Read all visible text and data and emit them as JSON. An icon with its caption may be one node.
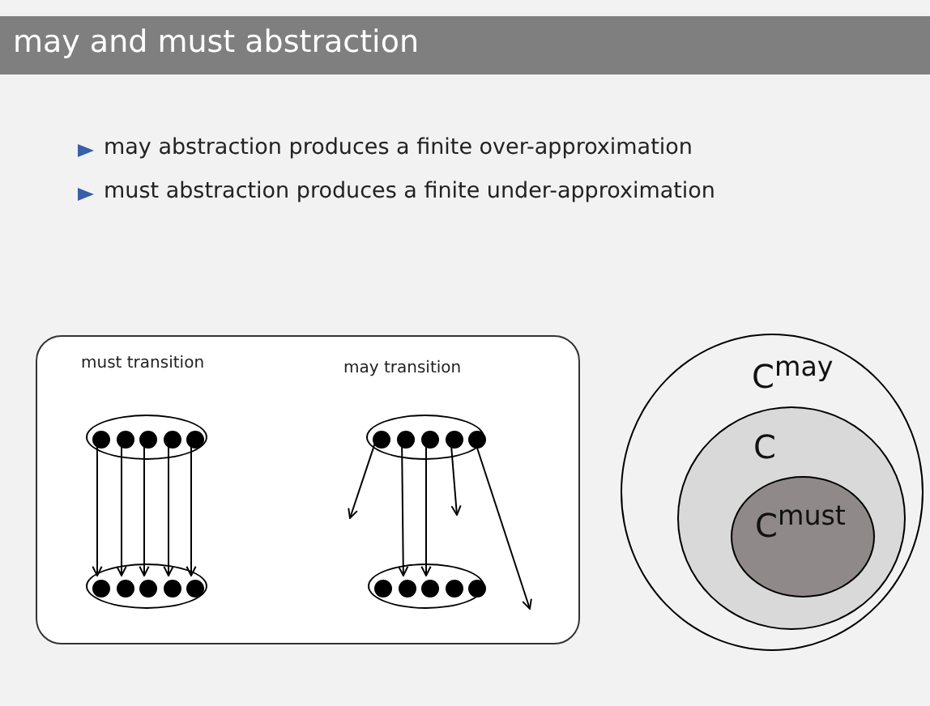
{
  "diagram": {
    "title": "may and must abstraction",
    "nodes": [
      {
        "text": [],
        "shape": "box"
      },
      {
        "text": [],
        "shape": "ellipse",
        "in": 0
      },
      {
        "text": [],
        "shape": "circle",
        "in": 1
      },
      {
        "text": [],
        "shape": "circle",
        "in": 1
      },
      {
        "text": [],
        "shape": "circle",
        "in": 1
      },
      {
        "text": [],
        "shape": "circle",
        "in": 1
      },
      {
        "text": [],
        "shape": "circle",
        "in": 1
      },
      {
        "text": [],
        "shape": "ellipse",
        "in": 0
      },
      {
        "text": [],
        "shape": "circle",
        "in": 7
      },
      {
        "text": [],
        "shape": "circle",
        "in": 7
      },
      {
        "text": [],
        "shape": "circle",
        "in": 7
      },
      {
        "text": [],
        "shape": "circle",
        "in": 7
      },
      {
        "text": [],
        "shape": "circle",
        "in": 7
      },
      {
        "text": [],
        "shape": "ellipse",
        "in": 0
      },
      {
        "text": [],
        "shape": "circle",
        "in": 13
      },
      {
        "text": [],
        "shape": "circle",
        "in": 13
      },
      {
        "text": [],
        "shape": "circle",
        "in": 13
      },
      {
        "text": [],
        "shape": "circle",
        "in": 13
      },
      {
        "text": [],
        "shape": "circle",
        "in": 13
      },
      {
        "text": [],
        "shape": "ellipse",
        "in": 0
      },
      {
        "text": [],
        "shape": "circle",
        "in": 19
      },
      {
        "text": [],
        "shape": "circle",
        "in": 19
      },
      {
        "text": [],
        "shape": "circle",
        "in": 19
      },
      {
        "text": [],
        "shape": "circle",
        "in": 19
      },
      {
        "text": [],
        "shape": "circle",
        "in": 19
      },
      {
        "text": [
          "C$^{may}$"
        ]
      },
      {
        "text": [
          "C"
        ],
        "in": 25
      },
      {
        "text": [
          "C$^{must}$"
        ],
        "in": 26
      }
    ],
    "edges": [
      {
        "from": 2,
        "to": 8,
        "arrow": "to"
      },
      {
        "from": 3,
        "to": 9,
        "arrow": "to"
      },
      {
        "from": 4,
        "to": 10,
        "arrow": "to"
      },
      {
        "from": 5,
        "to": 11,
        "arrow": "to"
      },
      {
        "from": 6,
        "to": 12,
        "arrow": "to"
      },
      {
        "from": 14,
        "to": null,
        "arrow": "to"
      },
      {
        "from": 15,
        "to": 21,
        "arrow": "to"
      },
      {
        "from": 16,
        "to": 22,
        "arrow": "to"
      },
      {
        "from": 17,
        "to": null,
        "arrow": "to"
      },
      {
        "from": 18,
        "to": null,
        "arrow": "to"
      }
    ],
    "labels": [
      "may abstraction produces a finite over-approximation",
      "must abstraction produces a finite under-approximation",
      "must transition",
      "may transition"
    ]
  }
}
